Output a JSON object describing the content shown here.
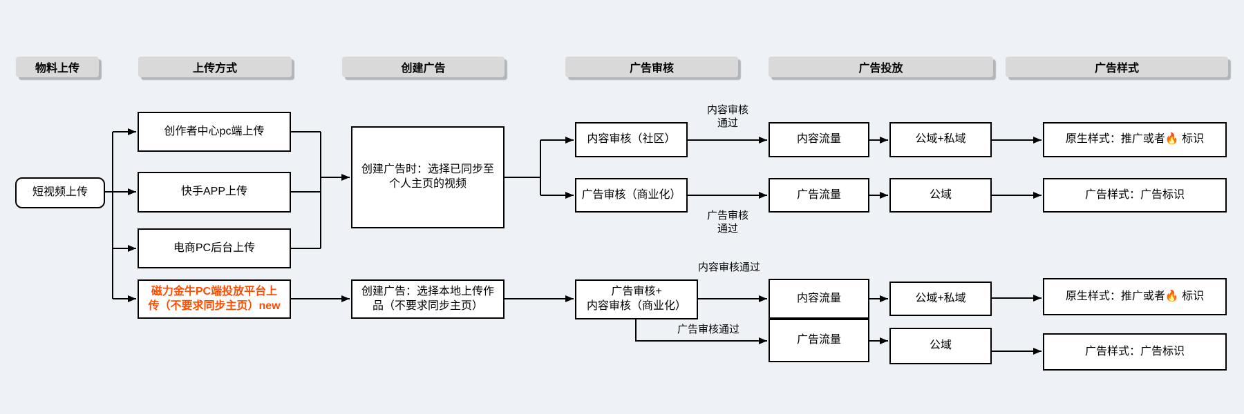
{
  "colors": {
    "background": "#eef2f7",
    "header_fill": "#d9d9d9",
    "node_fill": "#ffffff",
    "line": "#000000",
    "highlight_text": "#ff4d00"
  },
  "headers": {
    "material_upload": "物料上传",
    "upload_method": "上传方式",
    "create_ad": "创建广告",
    "ad_review": "广告审核",
    "ad_delivery": "广告投放",
    "ad_style": "广告样式"
  },
  "nodes": {
    "short_video_upload": "短视频上传",
    "creator_center_pc_upload": "创作者中心pc端上传",
    "kuaishou_app_upload": "快手APP上传",
    "ecommerce_pc_upload": "电商PC后台上传",
    "magnetic_taurus_upload": "磁力金牛PC端投放平台上\n传（不要求同步主页）new",
    "create_ad_synced": "创建广告时：选择已同步至\n个人主页的视频",
    "create_ad_local": "创建广告：选择本地上传作\n品（不要求同步主页）",
    "content_review_community": "内容审核（社区）",
    "ad_review_commercial": "广告审核（商业化）",
    "ad_plus_content_review": "广告审核+\n内容审核（商业化）",
    "content_traffic_top": "内容流量",
    "ad_traffic_top": "广告流量",
    "public_private_domain_top": "公域+私域",
    "public_domain_top": "公域",
    "native_style_top": "原生样式：推广或者🔥 标识",
    "ad_style_top": "广告样式：广告标识",
    "content_traffic_bottom": "内容流量",
    "ad_traffic_bottom": "广告流量",
    "public_private_domain_bottom": "公域+私域",
    "public_domain_bottom": "公域",
    "native_style_bottom": "原生样式：推广或者🔥 标识",
    "ad_style_bottom": "广告样式：广告标识"
  },
  "edge_labels": {
    "content_review_pass_2line": "内容审核\n通过",
    "ad_review_pass_2line": "广告审核\n通过",
    "content_review_pass": "内容审核通过",
    "ad_review_pass": "广告审核通过"
  }
}
